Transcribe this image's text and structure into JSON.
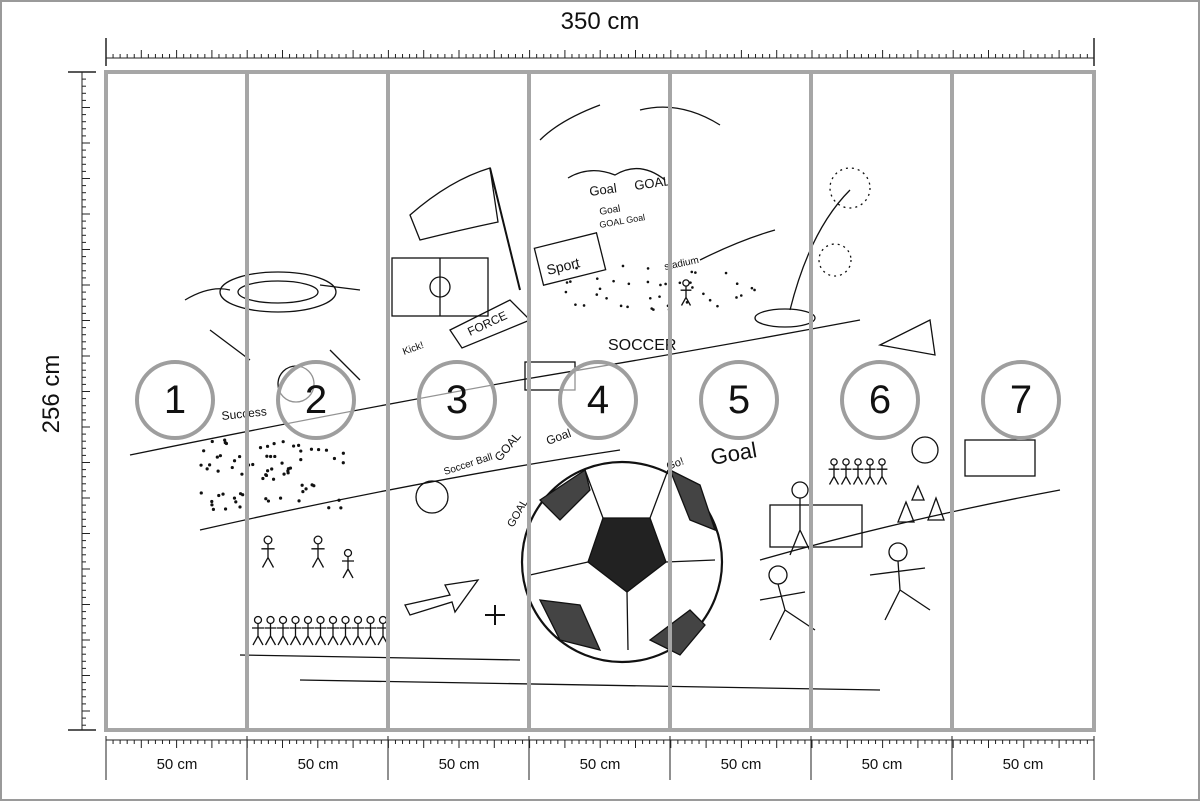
{
  "dimensions": {
    "total_width": "350 cm",
    "total_height": "256 cm"
  },
  "panels": [
    {
      "number": "1",
      "width": "50 cm"
    },
    {
      "number": "2",
      "width": "50 cm"
    },
    {
      "number": "3",
      "width": "50 cm"
    },
    {
      "number": "4",
      "width": "50 cm"
    },
    {
      "number": "5",
      "width": "50 cm"
    },
    {
      "number": "6",
      "width": "50 cm"
    },
    {
      "number": "7",
      "width": "50 cm"
    }
  ],
  "artwork": {
    "texts": [
      "Goal",
      "GOAL",
      "Goal",
      "GOAL Goal",
      "Sport",
      "stadium",
      "FORCE",
      "SOCCER",
      "Kick!",
      "Success",
      "Soccer Ball",
      "GOAL",
      "GOAL",
      "Goal",
      "Go!",
      "Goal"
    ]
  },
  "colors": {
    "frame": "#9a9a9a",
    "panel_line": "#a6a6a6",
    "ink": "#111111"
  }
}
